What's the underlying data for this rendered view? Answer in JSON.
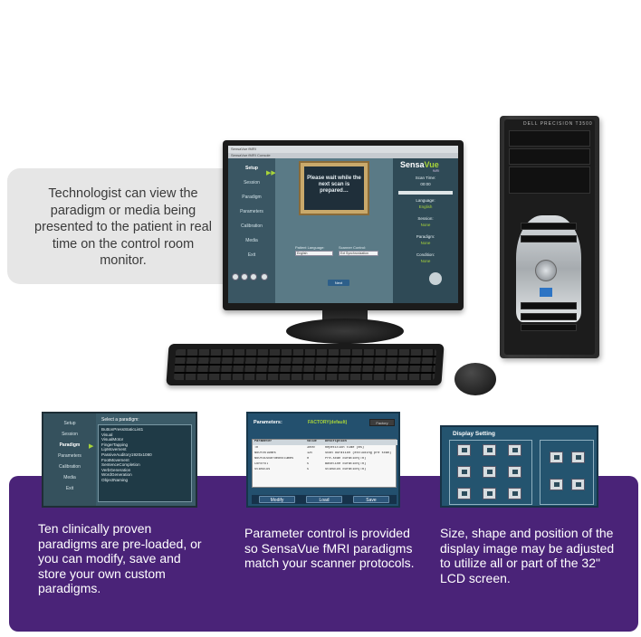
{
  "callout": {
    "text": "Technologist can view the paradigm or media being presented to the patient in real time on the control room monitor."
  },
  "monitor": {
    "window_title": "SensaVue fMRI",
    "menu": "SensaVue fMRI Console",
    "sidebar": [
      "Setup",
      "Session",
      "Paradigm",
      "Parameters",
      "Calibration",
      "Media",
      "Exit"
    ],
    "active_item": "Setup",
    "prompt": "Please wait while the next scan is prepared…",
    "patient_language_label": "Patient Language:",
    "patient_language_value": "English",
    "scanner_control_label": "Scanner Control:",
    "scanner_control_value": "Ext Synchronization",
    "next_button": "Next",
    "logo_main": "Sensa",
    "logo_accent": "Vue",
    "logo_sub": "fMRI",
    "scan_time_label": "Scan Time:",
    "scan_time_value": "00:00",
    "language_label": "Language:",
    "language_value": "English",
    "session_label": "Session:",
    "session_value": "None",
    "paradigm_label": "Paradigm:",
    "paradigm_value": "None",
    "condition_label": "Condition:",
    "condition_value": "None"
  },
  "tower": {
    "brand": "DELL PRECISION T3500"
  },
  "panel1": {
    "sidebar": [
      "Setup",
      "Session",
      "Paradigm",
      "Parameters",
      "Calibration",
      "Media",
      "Exit"
    ],
    "active_item": "Paradigm",
    "title": "Select a paradigm:",
    "paradigms": [
      "ButtonPressStaticList1",
      "Visual",
      "VisualMotor",
      "FingerTapping",
      "LipMovement",
      "PassiveAuditory1920x1080",
      "FootMovement",
      "SentenceCompletion",
      "VerbGeneration",
      "WordGeneration",
      "ObjectNaming"
    ],
    "caption": "Ten clinically proven paradigms are pre-loaded, or you can modify, save and store your own custom paradigms."
  },
  "panel2": {
    "title": "Parameters:",
    "profile": "FACTORY(default)",
    "close_button": "Factory",
    "columns": [
      "Parameter",
      "Value",
      "Description"
    ],
    "rows": [
      [
        "TR",
        "3000",
        "Repetition time (ms)"
      ],
      [
        "NoOfVolumes",
        "120",
        "Scan duration (excluding pre scan)"
      ],
      [
        "NoOfDiscardedVolumes",
        "0",
        "Pre-scan duration(TR)"
      ],
      [
        "Control",
        "5",
        "Baseline duration(TR)"
      ],
      [
        "Stimulus",
        "5",
        "Stimulus duration(TR)"
      ]
    ],
    "buttons": [
      "Modify",
      "Load",
      "Save"
    ],
    "caption": "Parameter control is provided so SensaVue fMRI paradigms match your scanner protocols."
  },
  "panel3": {
    "title": "Display Setting",
    "caption": "Size, shape and position of the display image may be adjusted to utilize all or part of the 32\" LCD screen."
  }
}
